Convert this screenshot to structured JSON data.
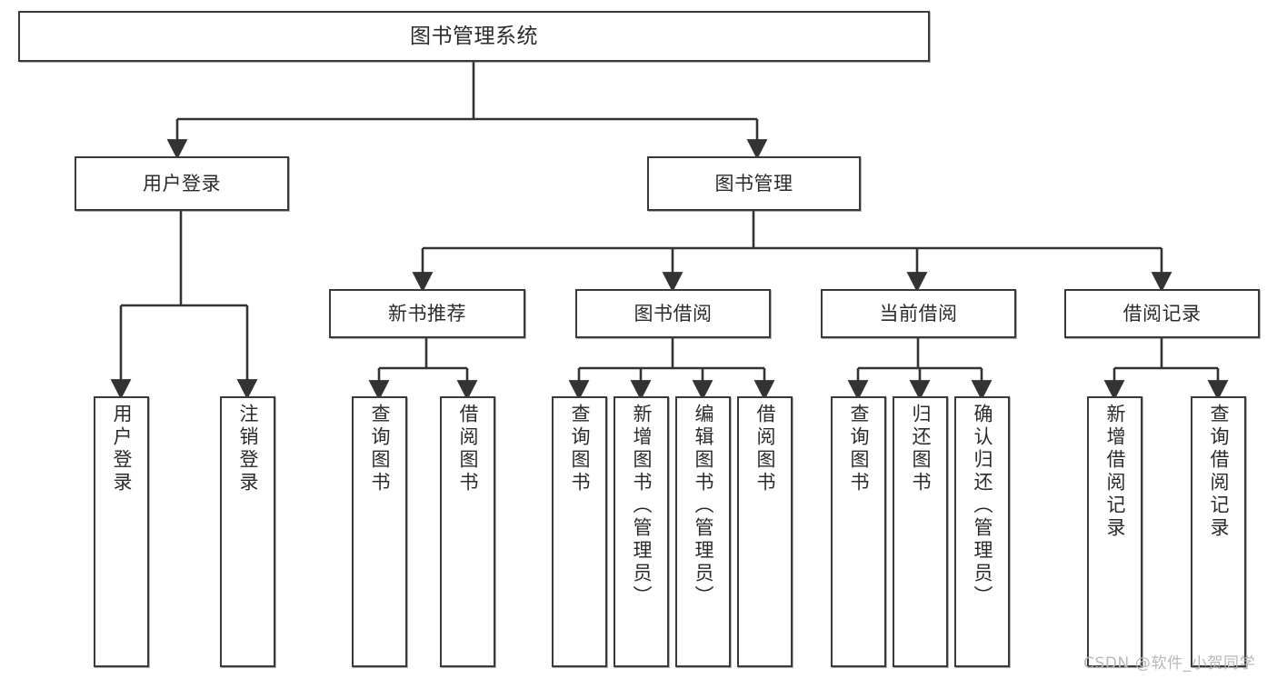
{
  "diagram": {
    "type": "tree-hierarchy",
    "title": "图书管理系统",
    "watermark": "CSDN @软件_小贺同学",
    "colors": {
      "box_border": "#3a3a3a",
      "box_fill": "#ffffff",
      "connector": "#333333",
      "text": "#2b2b2b",
      "watermark": "#b8b8b8",
      "background": "#ffffff"
    },
    "nodes": {
      "root": {
        "label": "图书管理系统",
        "level": 0
      },
      "level1": [
        {
          "id": "user-login",
          "label": "用户登录"
        },
        {
          "id": "book-management",
          "label": "图书管理"
        }
      ],
      "level2": [
        {
          "id": "new-book-recommend",
          "label": "新书推荐",
          "parent": "book-management"
        },
        {
          "id": "book-borrow",
          "label": "图书借阅",
          "parent": "book-management"
        },
        {
          "id": "current-borrow",
          "label": "当前借阅",
          "parent": "book-management"
        },
        {
          "id": "borrow-record",
          "label": "借阅记录",
          "parent": "book-management"
        }
      ],
      "leaves": [
        {
          "id": "leaf-user-login",
          "label": "用户登录",
          "parent": "user-login"
        },
        {
          "id": "leaf-user-logout",
          "label": "注销登录",
          "parent": "user-login"
        },
        {
          "id": "leaf-query-book-1",
          "label": "查询图书",
          "parent": "new-book-recommend"
        },
        {
          "id": "leaf-borrow-book-1",
          "label": "借阅图书",
          "parent": "new-book-recommend"
        },
        {
          "id": "leaf-query-book-2",
          "label": "查询图书",
          "parent": "book-borrow"
        },
        {
          "id": "leaf-add-book",
          "label": "新增图书（管理员）",
          "parent": "book-borrow"
        },
        {
          "id": "leaf-edit-book",
          "label": "编辑图书（管理员）",
          "parent": "book-borrow"
        },
        {
          "id": "leaf-borrow-book-2",
          "label": "借阅图书",
          "parent": "book-borrow"
        },
        {
          "id": "leaf-query-book-3",
          "label": "查询图书",
          "parent": "current-borrow"
        },
        {
          "id": "leaf-return-book",
          "label": "归还图书",
          "parent": "current-borrow"
        },
        {
          "id": "leaf-confirm-return",
          "label": "确认归还（管理员）",
          "parent": "current-borrow"
        },
        {
          "id": "leaf-add-record",
          "label": "新增借阅记录",
          "parent": "borrow-record"
        },
        {
          "id": "leaf-query-record",
          "label": "查询借阅记录",
          "parent": "borrow-record"
        }
      ]
    }
  }
}
